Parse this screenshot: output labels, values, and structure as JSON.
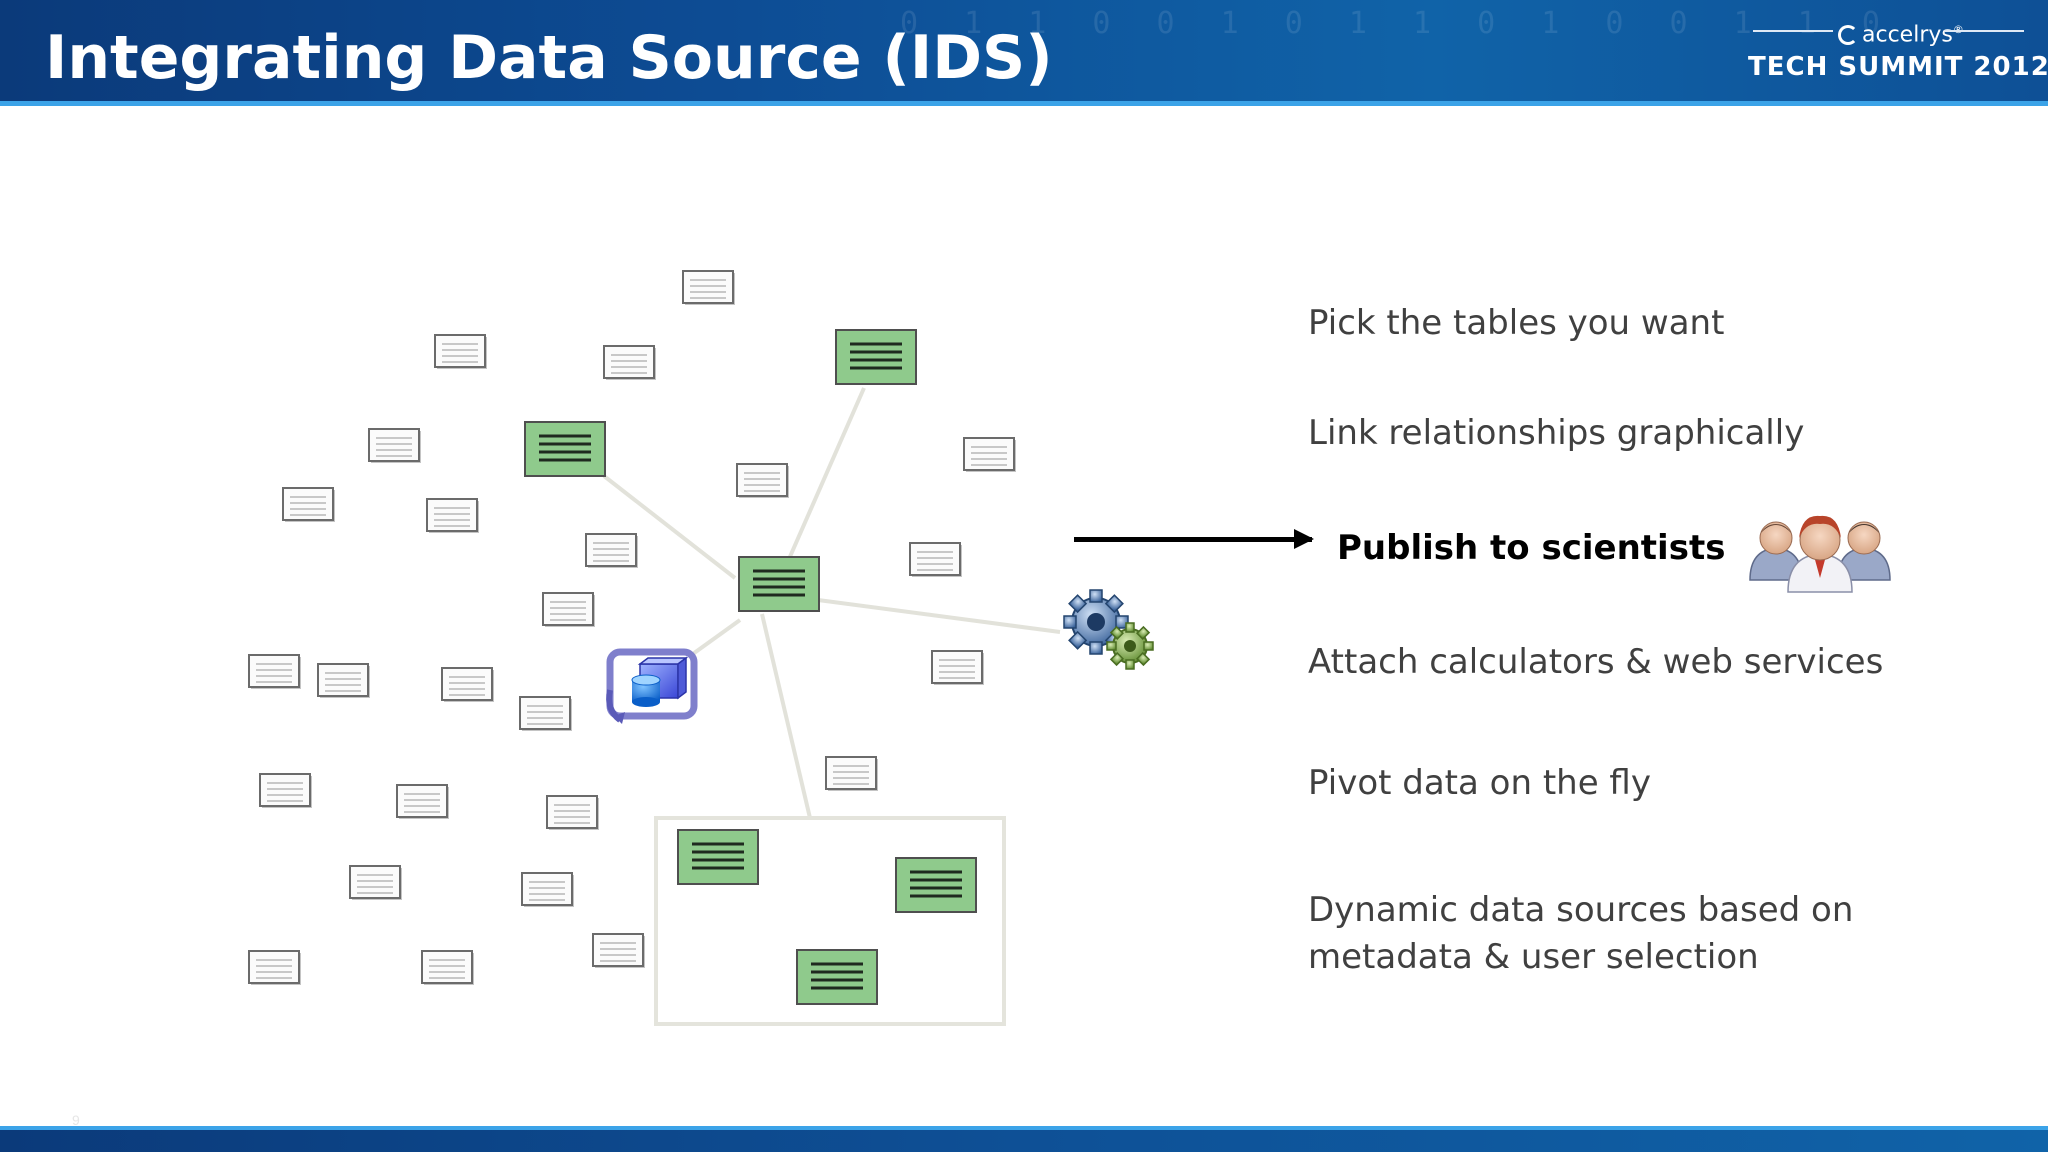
{
  "header": {
    "title": "Integrating Data Source (IDS)",
    "digit_texture": "0 1 1 0 0 1 0 1 1 0 1 0 0 1 1 0"
  },
  "logo": {
    "brand": "accelrys",
    "trademark": "®",
    "event": "TECH SUMMIT 2012"
  },
  "bullets": [
    {
      "text": "Pick the tables you want"
    },
    {
      "text": "Link relationships graphically"
    },
    {
      "text": "Publish to scientists"
    },
    {
      "text": "Attach calculators & web services"
    },
    {
      "text": "Pivot data on the fly"
    },
    {
      "text": "Dynamic data sources based on"
    },
    {
      "text": "metadata & user selection"
    }
  ],
  "slide_number": "9",
  "colors": {
    "header_blue": "#0d4c94",
    "accent_blue": "#3ba3e8",
    "selected_table_green": "#8fca8c",
    "table_outline": "#6b6b6b",
    "link_line": "#e2e2da",
    "text_gray": "#404040"
  },
  "icons": {
    "users": "users-group-icon",
    "gears": "gears-icon",
    "database": "database-sync-icon",
    "table": "table-icon"
  }
}
